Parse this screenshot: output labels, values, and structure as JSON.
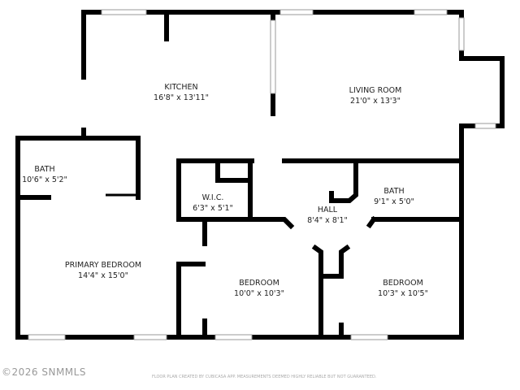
{
  "rooms": [
    {
      "name": "KITCHEN",
      "size": "16'8\" x 13'11\""
    },
    {
      "name": "LIVING ROOM",
      "size": "21'0\" x 13'3\""
    },
    {
      "name": "BATH",
      "size": "10'6\" x 5'2\""
    },
    {
      "name": "W.I.C.",
      "size": "6'3\" x 5'1\""
    },
    {
      "name": "HALL",
      "size": "8'4\" x 8'1\""
    },
    {
      "name": "BATH",
      "size": "9'1\" x 5'0\""
    },
    {
      "name": "PRIMARY BEDROOM",
      "size": "14'4\" x 15'0\""
    },
    {
      "name": "BEDROOM",
      "size": "10'0\" x 10'3\""
    },
    {
      "name": "BEDROOM",
      "size": "10'3\" x 10'5\""
    }
  ],
  "watermark": "©2026 SNMMLS",
  "footer": "FLOOR PLAN CREATED BY CUBICASA APP. MEASUREMENTS DEEMED HIGHLY RELIABLE BUT NOT GUARANTEED."
}
